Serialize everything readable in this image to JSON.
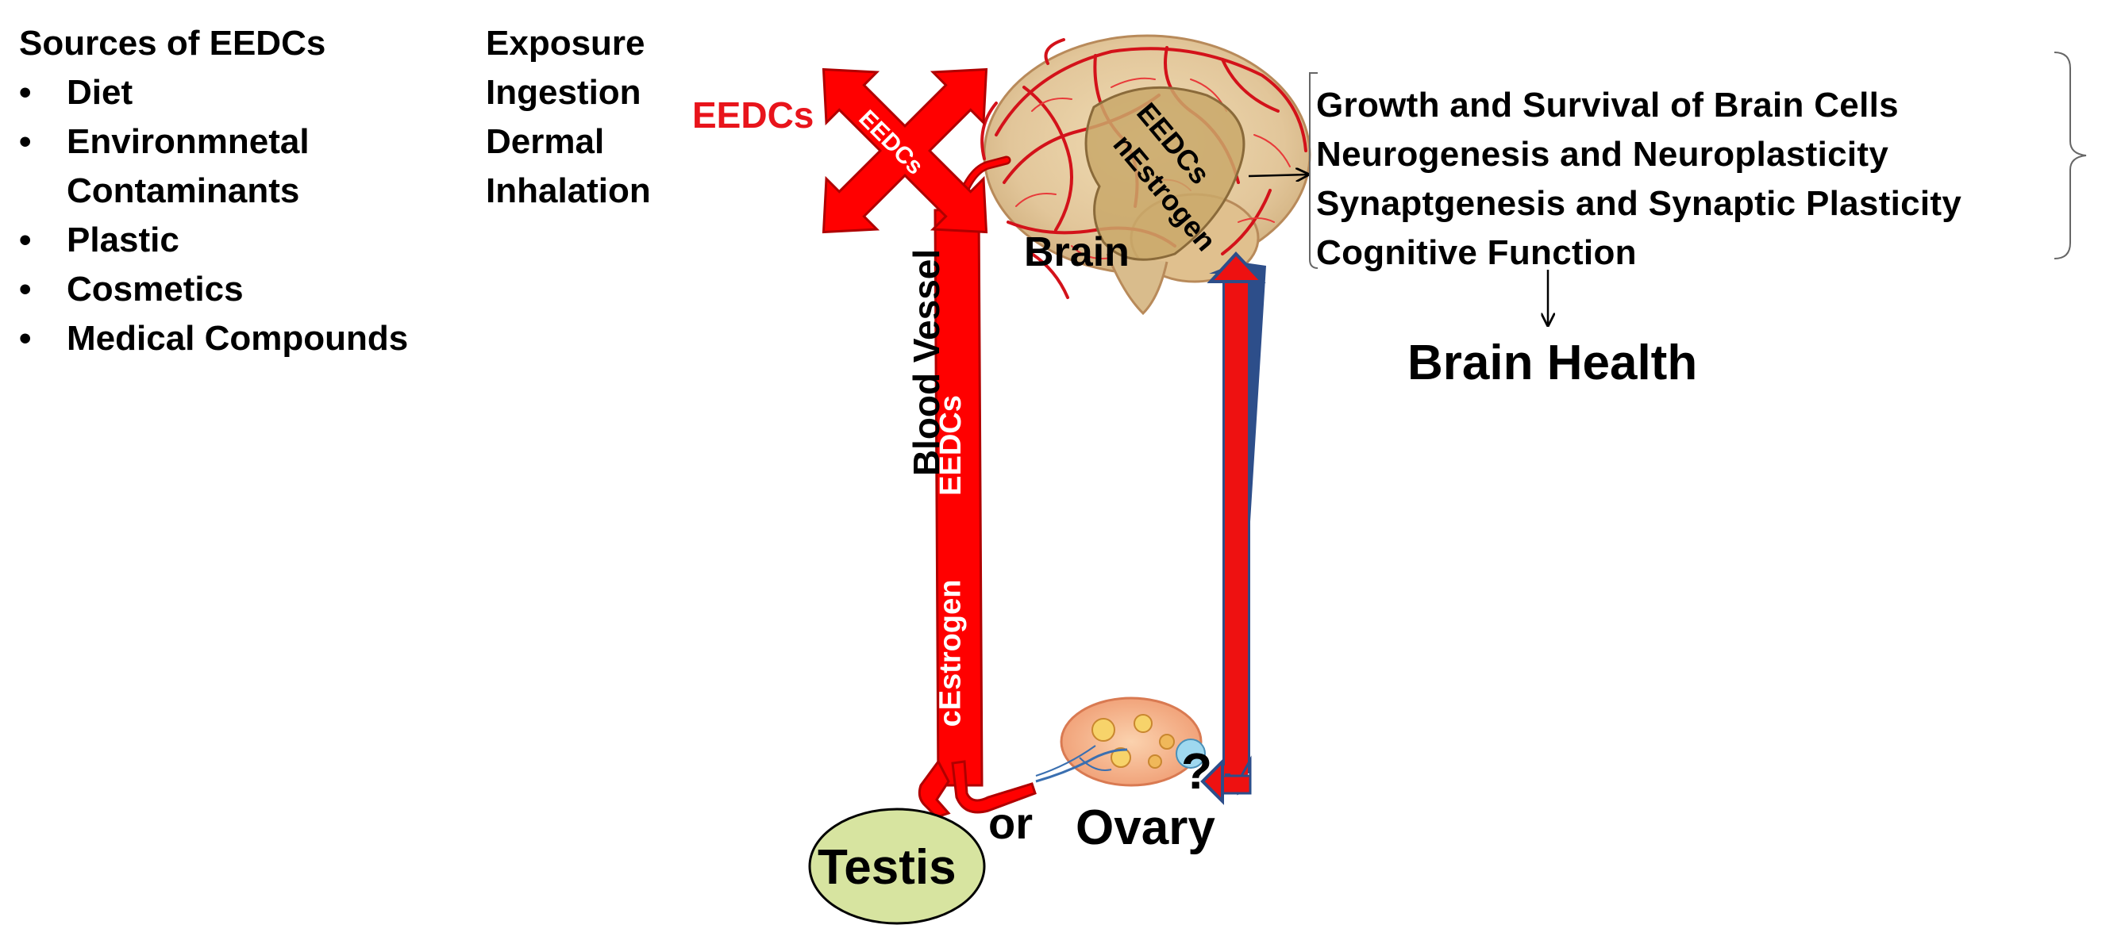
{
  "sources": {
    "title": "Sources of EEDCs",
    "items": [
      "Diet",
      "Environmnetal",
      "Contaminants",
      "Plastic",
      "Cosmetics",
      "Medical Compounds"
    ]
  },
  "exposure": {
    "title": "Exposure",
    "routes": [
      "Ingestion",
      "Dermal",
      "Inhalation"
    ]
  },
  "labels": {
    "eedcs_entry": "EEDCs",
    "arrow_eedcs": "EEDCs",
    "blood_vessel": "Blood Vessel",
    "vessel_eedcs": "EEDCs",
    "vessel_cestrogen": "cEstrogen",
    "brain": "Brain",
    "brain_eedcs": "EEDCs",
    "brain_nestrogen": "nEstrogen",
    "testis": "Testis",
    "or": "or",
    "ovary": "Ovary",
    "question": "?",
    "brain_health": "Brain Health"
  },
  "effects": [
    "Growth and Survival of Brain Cells",
    "Neurogenesis and Neuroplasticity",
    "Synaptgenesis and Synaptic Plasticity",
    "Cognitive Function"
  ],
  "colors": {
    "vessel_red": "#ff0000",
    "outline_dark_red": "#b00000",
    "accent_red": "#e8141b",
    "testis_fill": "#d7e4a0",
    "brain_tissue": "#e6cfa3",
    "brain_overlay": "#c9a86a",
    "ovary_fill": "#f4b38a",
    "arrow_outline": "#2d4e8a"
  }
}
